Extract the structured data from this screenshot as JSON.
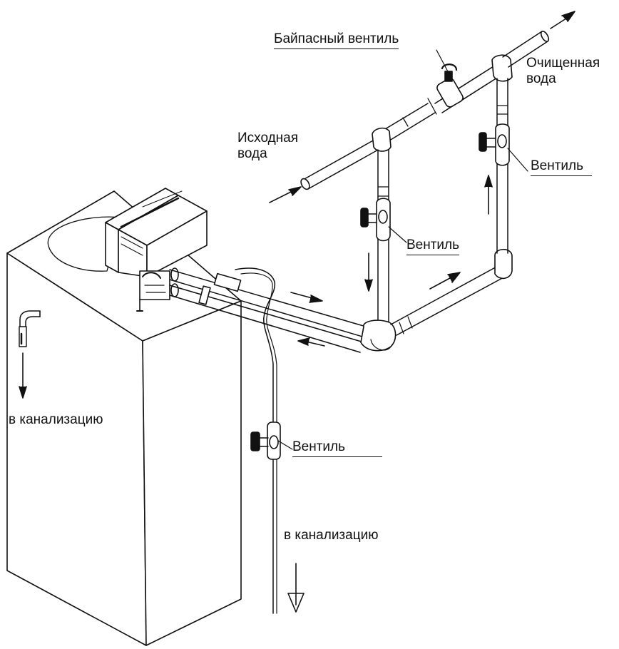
{
  "labels": {
    "bypass_valve": "Байпасный вентиль",
    "treated_water_line1": "Очищенная",
    "treated_water_line2": "вода",
    "source_water_line1": "Исходная",
    "source_water_line2": "вода",
    "valve_right": "Вентиль",
    "valve_middle": "Вентиль",
    "valve_drain": "Вентиль",
    "to_sewer_left": "в канализацию",
    "to_sewer_bottom": "в канализацию"
  },
  "colors": {
    "ink": "#111111",
    "background": "#ffffff"
  }
}
